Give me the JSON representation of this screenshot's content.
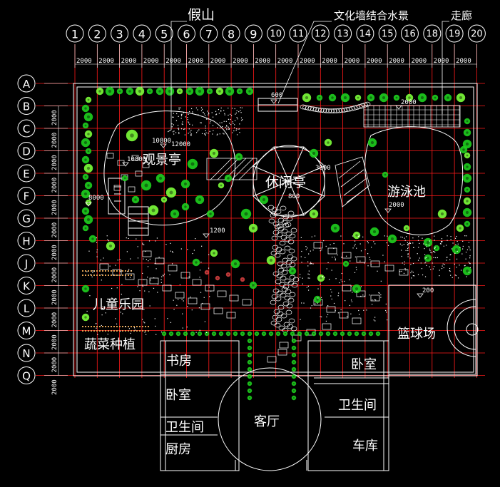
{
  "colors": {
    "background": "#000000",
    "linework": "#ffffff",
    "grid_lines": "#ff1a1a",
    "planting": "#1fd11f",
    "planting_bright": "#7dff3a",
    "hedge_orange": "#e0a050",
    "red_bush": "#d44040"
  },
  "column_grid": {
    "labels": [
      "1",
      "2",
      "3",
      "4",
      "5",
      "6",
      "7",
      "8",
      "9",
      "10",
      "11",
      "12",
      "13",
      "14",
      "15",
      "16",
      "18",
      "19",
      "20"
    ],
    "spacing_labels": [
      "2000",
      "2000",
      "2000",
      "2000",
      "2000",
      "2000",
      "2000",
      "2000",
      "2000",
      "2000",
      "2000",
      "2000",
      "2000",
      "2000",
      "2000",
      "2000",
      "2000",
      "2000"
    ]
  },
  "row_grid": {
    "labels": [
      "A",
      "B",
      "C",
      "D",
      "E",
      "F",
      "G",
      "H",
      "J",
      "K",
      "L",
      "M",
      "N",
      "Q"
    ],
    "spacing_labels": [
      "2000",
      "2000",
      "2000",
      "2000",
      "2000",
      "2000",
      "2000",
      "2000",
      "2000",
      "2000",
      "2000",
      "2000",
      "2000"
    ]
  },
  "callouts": {
    "rockery": "假山",
    "culture_wall": "文化墙结合水景",
    "corridor": "走廊"
  },
  "zones": {
    "viewing_pavilion": "观景亭",
    "leisure_pavilion": "休闲亭",
    "swimming_pool": "游泳池",
    "childrens_park": "儿童乐园",
    "vegetable_plot": "蔬菜种植",
    "basketball_court": "篮球场"
  },
  "rooms": {
    "study": "书房",
    "bedroom_left": "卧室",
    "bathroom_left": "卫生间",
    "kitchen": "厨房",
    "living_room": "客厅",
    "bedroom_right": "卧室",
    "bathroom_right": "卫生间",
    "garage": "车库"
  },
  "elevations": {
    "wall_top": "600",
    "corridor_level": "2000",
    "rockery_top": "10800",
    "rockery_mid": "12000",
    "rockery_low": "10800",
    "rockery_base": "8000",
    "path_level": "1200",
    "pavilion_top": "3000",
    "pavilion_base": "800",
    "pool_level": "2000",
    "basketball_level": "200"
  },
  "icons": {
    "grid_bubble": "circle-bubble-icon",
    "level_marker": "elevation-triangle-icon",
    "tree": "tree-symbol-icon"
  }
}
